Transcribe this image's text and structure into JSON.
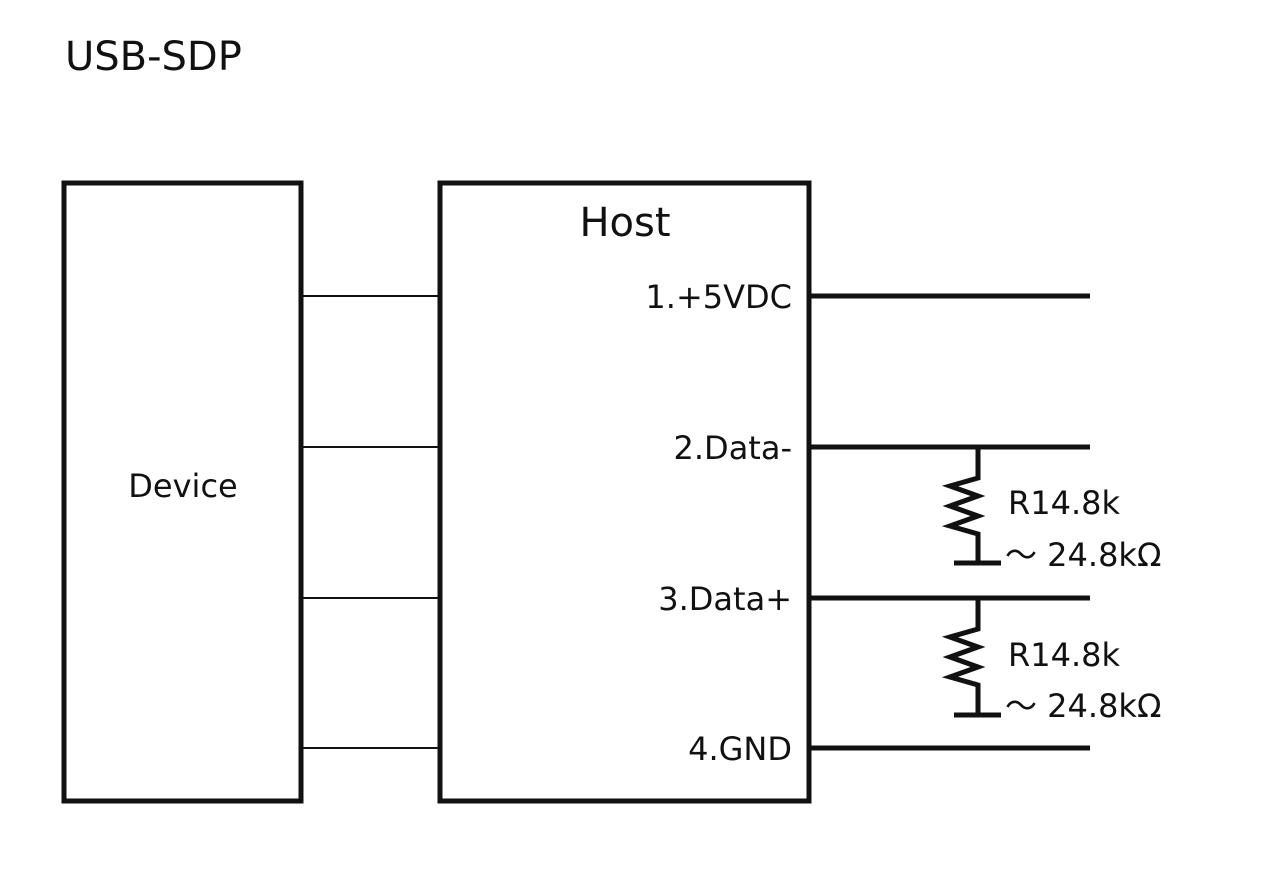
{
  "title": "USB-SDP",
  "device": {
    "label": "Device"
  },
  "host": {
    "label": "Host",
    "pins": [
      {
        "label": "1.+5VDC"
      },
      {
        "label": "2.Data-"
      },
      {
        "label": "3.Data+"
      },
      {
        "label": "4.GND"
      }
    ]
  },
  "resistors": [
    {
      "label_line1": "R14.8k",
      "label_line2": "～ 24.8kΩ",
      "between": "2.Data-"
    },
    {
      "label_line1": "R14.8k",
      "label_line2": "～ 24.8kΩ",
      "between": "3.Data+"
    }
  ],
  "colors": {
    "line": "#111111",
    "background": "#ffffff"
  }
}
